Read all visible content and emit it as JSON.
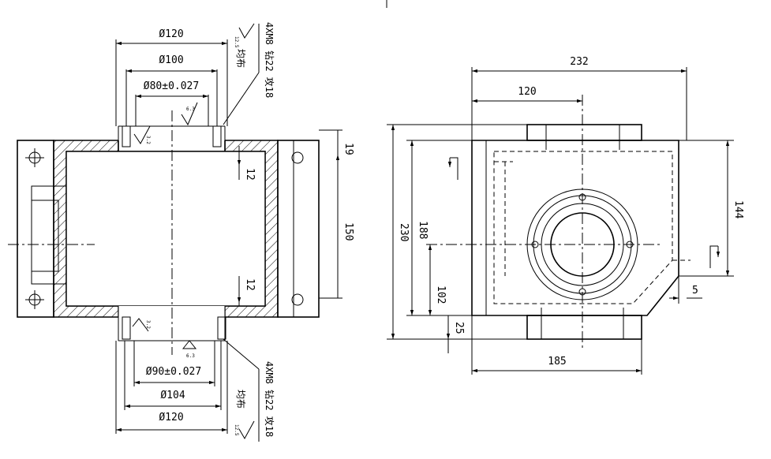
{
  "left_view": {
    "dim_d120_top": "Ø120",
    "dim_d100_top": "Ø100",
    "dim_d80_tol": "Ø80±0.027",
    "dim_d90_tol": "Ø90±0.027",
    "dim_d104": "Ø104",
    "dim_d120_bottom": "Ø120",
    "dim_19": "19",
    "dim_12_top": "12",
    "dim_150": "150",
    "dim_12_bottom": "12",
    "rough_12_5": "12.5",
    "rough_6_3": "6.3",
    "rough_3_2": "3.2",
    "note_top_line1": "4XM8 钻22 攻18",
    "note_top_line2": "均布",
    "note_bottom_line1": "4XM8 钻22 攻18",
    "note_bottom_line2": "均布"
  },
  "right_view": {
    "dim_232": "232",
    "dim_120": "120",
    "dim_144": "144",
    "dim_230": "230",
    "dim_188": "188",
    "dim_102": "102",
    "dim_25": "25",
    "dim_5": "5",
    "dim_185": "185"
  }
}
